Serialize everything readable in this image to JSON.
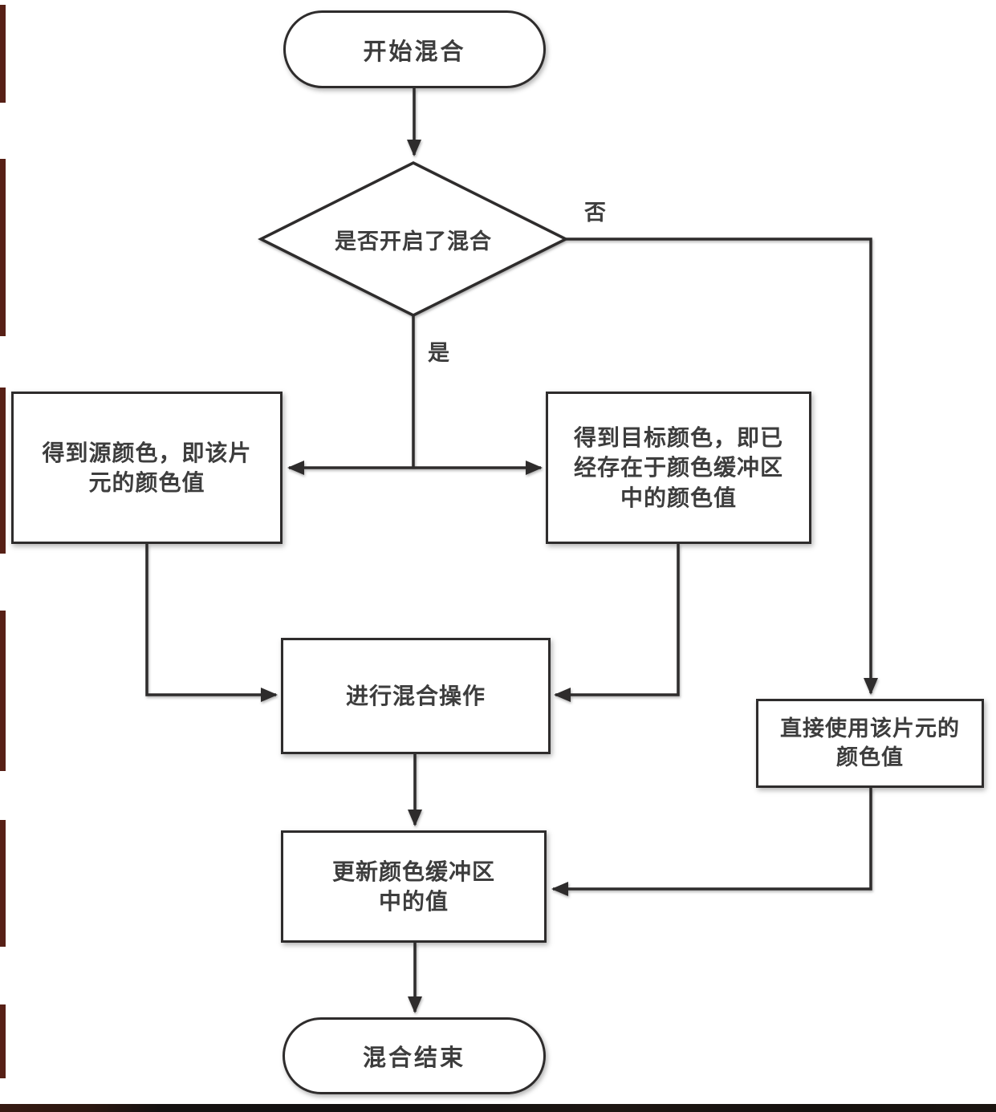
{
  "flowchart": {
    "start": {
      "label": "开始混合"
    },
    "decision": {
      "label": "是否开启了混合"
    },
    "branch_yes": "是",
    "branch_no": "否",
    "source_box": {
      "lines": [
        "得到源颜色，即该片",
        "元的颜色值"
      ]
    },
    "dest_box": {
      "lines": [
        "得到目标颜色，即已",
        "经存在于颜色缓冲区",
        "中的颜色值"
      ]
    },
    "blend_box": {
      "label": "进行混合操作"
    },
    "direct_box": {
      "lines": [
        "直接使用该片元的",
        "颜色值"
      ]
    },
    "update_box": {
      "lines": [
        "更新颜色缓冲区",
        "中的值"
      ]
    },
    "end": {
      "label": "混合结束"
    }
  },
  "colors": {
    "line": "#2e2c2c",
    "text": "#3d3d3d",
    "node_bg": "#ffffff",
    "scan_bar": "#1b1410",
    "scan_mark": "#572016"
  }
}
